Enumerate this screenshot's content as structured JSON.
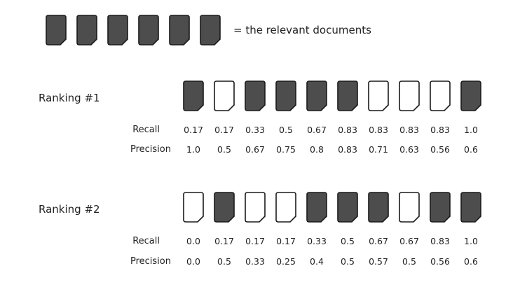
{
  "legend": {
    "icon_count": 6,
    "text": "= the relevant documents"
  },
  "rankings": [
    {
      "title": "Ranking #1",
      "relevance": [
        1,
        0,
        1,
        1,
        1,
        1,
        0,
        0,
        0,
        1
      ],
      "recall_label": "Recall",
      "precision_label": "Precision",
      "recall": [
        "0.17",
        "0.17",
        "0.33",
        "0.5",
        "0.67",
        "0.83",
        "0.83",
        "0.83",
        "0.83",
        "1.0"
      ],
      "precision": [
        "1.0",
        "0.5",
        "0.67",
        "0.75",
        "0.8",
        "0.83",
        "0.71",
        "0.63",
        "0.56",
        "0.6"
      ]
    },
    {
      "title": "Ranking #2",
      "relevance": [
        0,
        1,
        0,
        0,
        1,
        1,
        1,
        0,
        1,
        1
      ],
      "recall_label": "Recall",
      "precision_label": "Precision",
      "recall": [
        "0.0",
        "0.17",
        "0.17",
        "0.17",
        "0.33",
        "0.5",
        "0.67",
        "0.67",
        "0.83",
        "1.0"
      ],
      "precision": [
        "0.0",
        "0.5",
        "0.33",
        "0.25",
        "0.4",
        "0.5",
        "0.57",
        "0.5",
        "0.56",
        "0.6"
      ]
    }
  ],
  "colors": {
    "relevant_fill": "#4d4d4d",
    "nonrelevant_fill": "#ffffff",
    "outline": "#1a1a1a"
  }
}
